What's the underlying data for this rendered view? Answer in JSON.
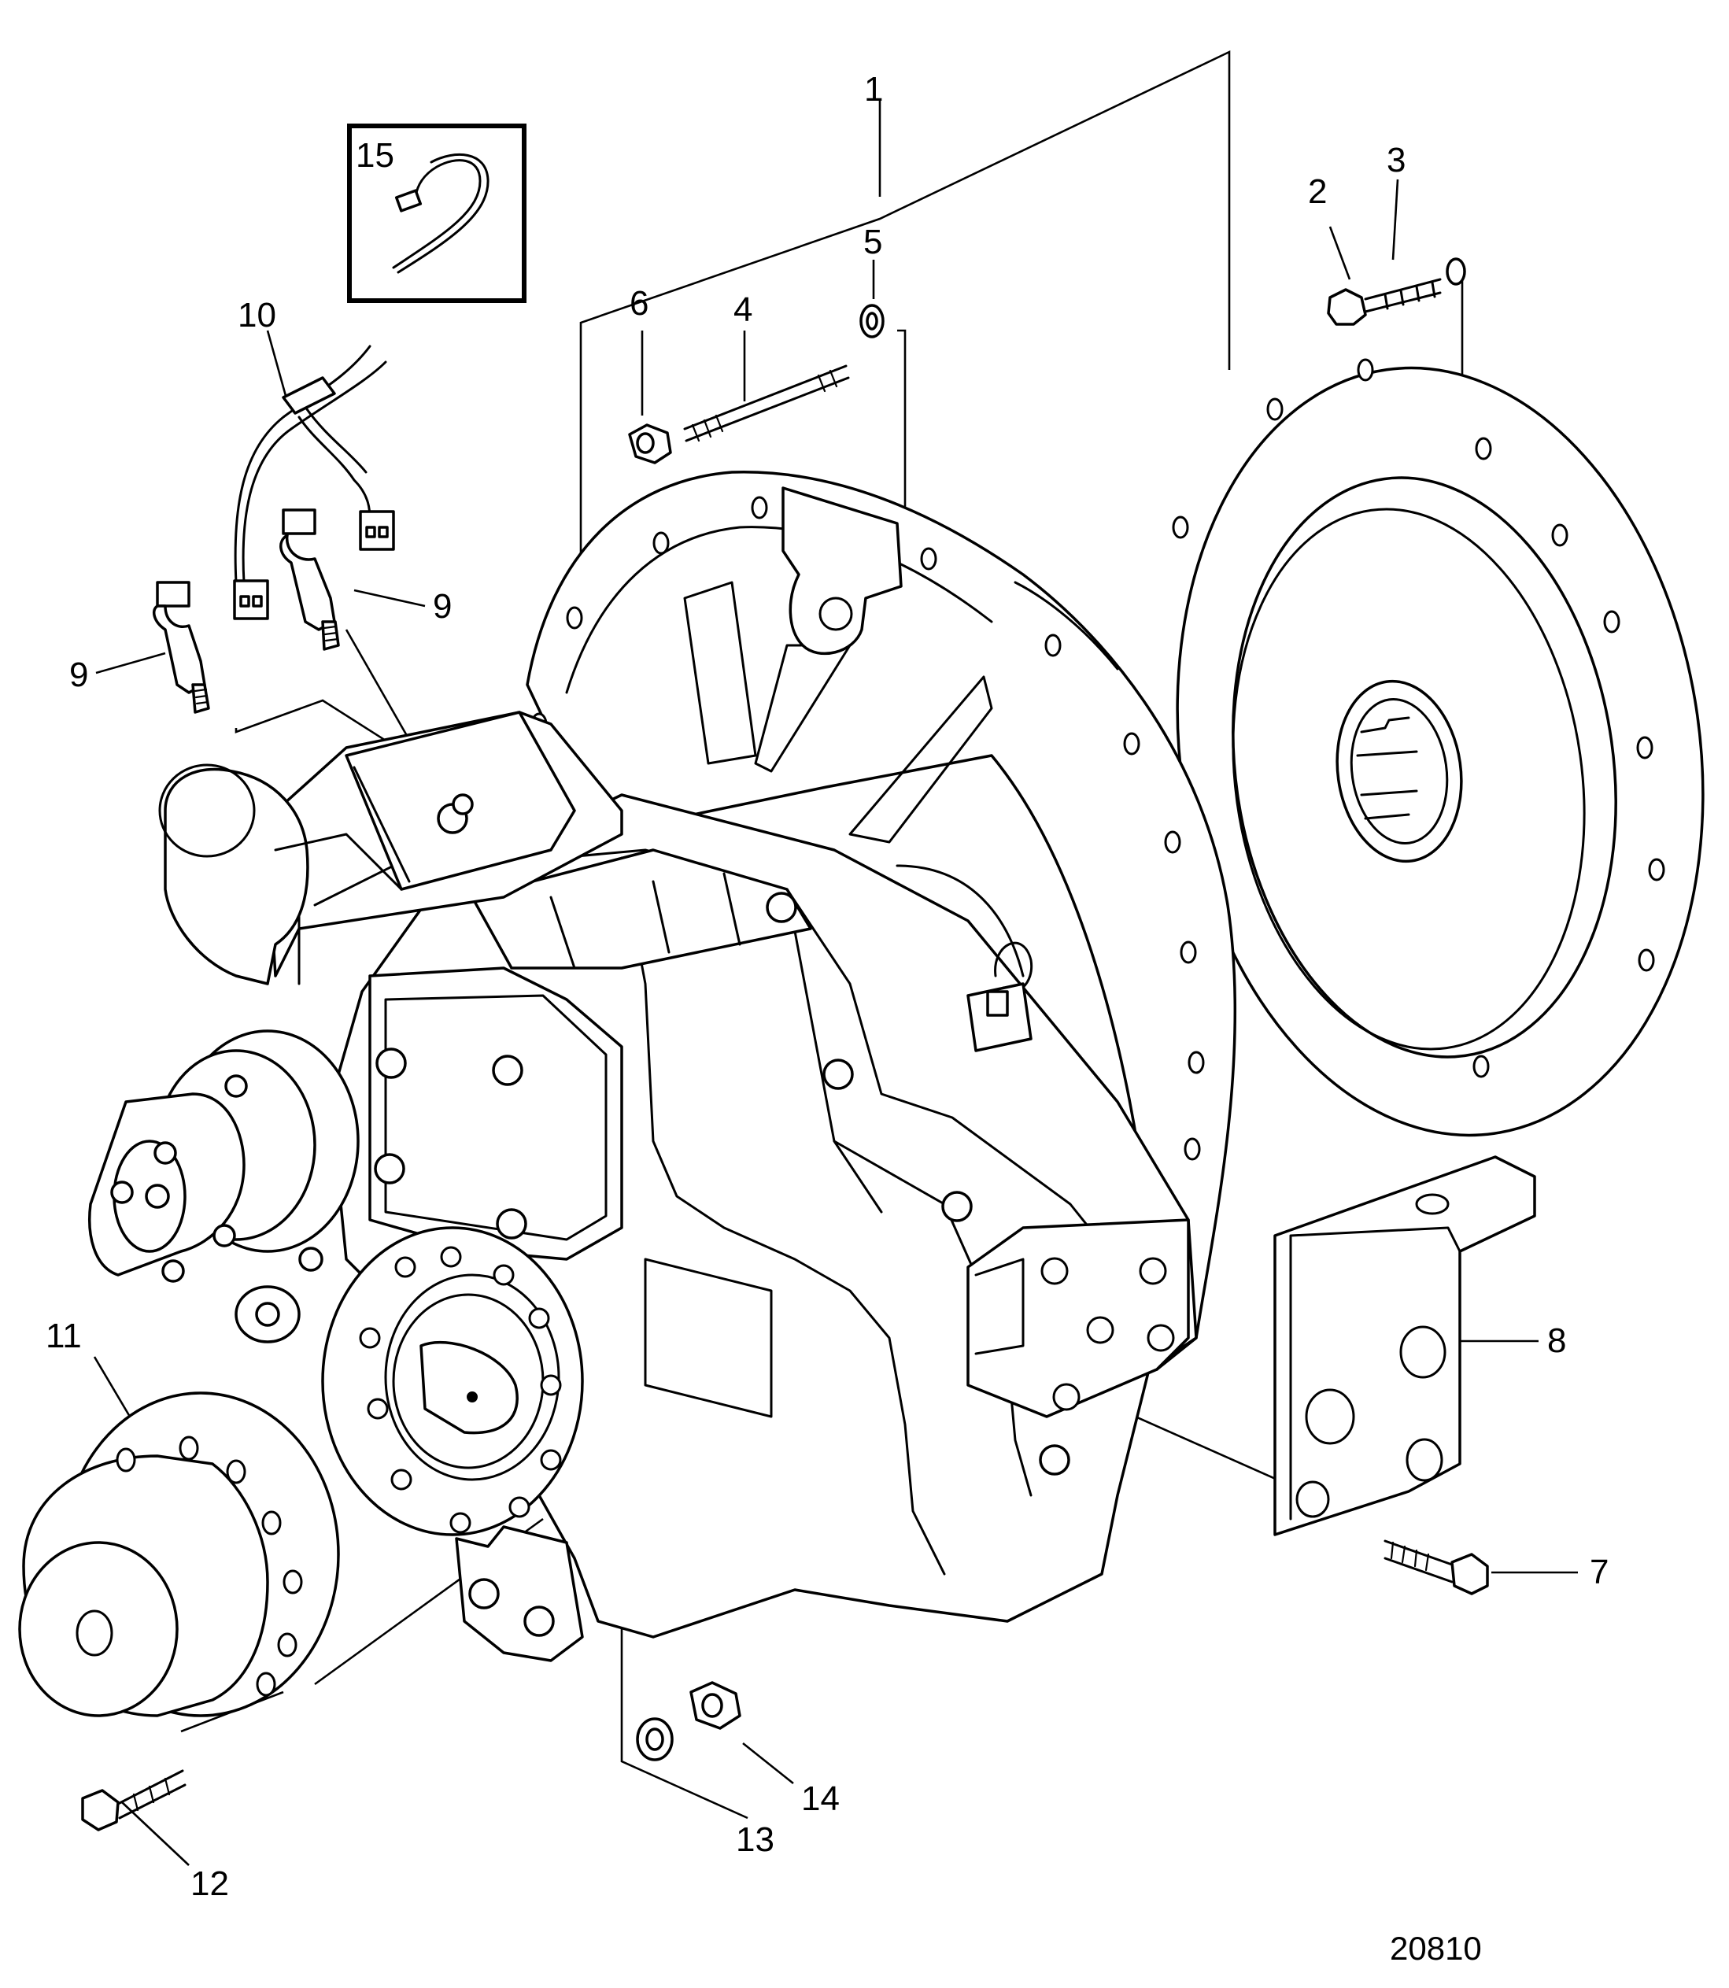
{
  "figure_number": "20810",
  "callouts": [
    {
      "id": "1",
      "label": "1"
    },
    {
      "id": "2",
      "label": "2"
    },
    {
      "id": "3",
      "label": "3"
    },
    {
      "id": "4",
      "label": "4"
    },
    {
      "id": "5",
      "label": "5"
    },
    {
      "id": "6",
      "label": "6"
    },
    {
      "id": "7",
      "label": "7"
    },
    {
      "id": "8",
      "label": "8"
    },
    {
      "id": "9a",
      "label": "9"
    },
    {
      "id": "9b",
      "label": "9"
    },
    {
      "id": "10",
      "label": "10"
    },
    {
      "id": "11",
      "label": "11"
    },
    {
      "id": "12",
      "label": "12"
    },
    {
      "id": "13",
      "label": "13"
    },
    {
      "id": "14",
      "label": "14"
    },
    {
      "id": "15",
      "label": "15"
    }
  ]
}
